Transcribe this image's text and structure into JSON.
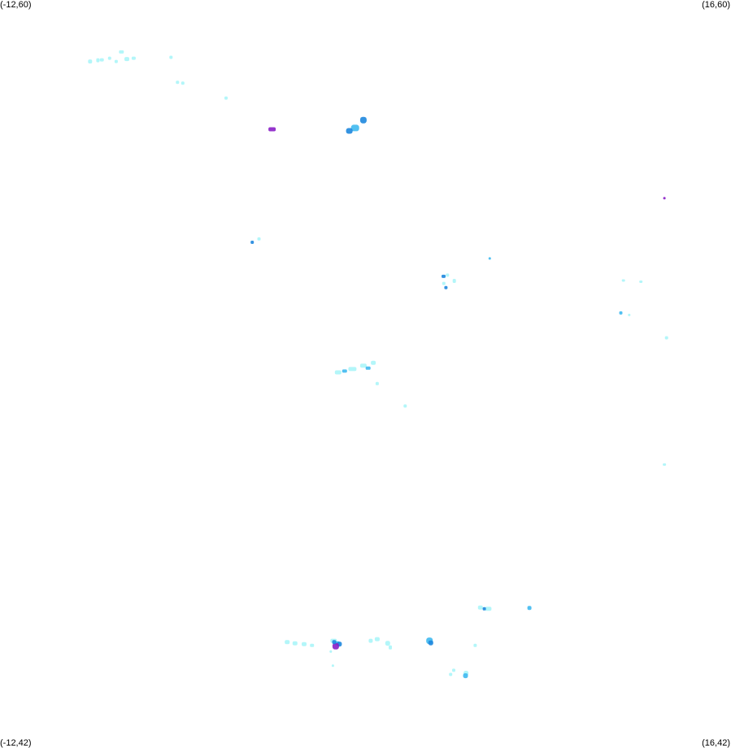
{
  "corners": {
    "top_left": "(-12,60)",
    "top_right": "(16,60)",
    "bottom_left": "(-12,42)",
    "bottom_right": "(16,42)"
  },
  "extent": {
    "lon_min": -12,
    "lon_max": 16,
    "lat_min": 42,
    "lat_max": 60
  },
  "colors": {
    "background": "#ffffff",
    "low": "#a6f4f8",
    "mid": "#3fb9f0",
    "high": "#1e87de",
    "peak": "#8a1fc6"
  },
  "points": [
    {
      "lon": -7.35,
      "lat": 58.75,
      "level": "low",
      "w": 6,
      "h": 4
    },
    {
      "lon": -7.8,
      "lat": 58.6,
      "level": "low",
      "w": 4,
      "h": 4
    },
    {
      "lon": -8.1,
      "lat": 58.56,
      "level": "low",
      "w": 5,
      "h": 4
    },
    {
      "lon": -8.25,
      "lat": 58.55,
      "level": "low",
      "w": 4,
      "h": 5
    },
    {
      "lon": -8.55,
      "lat": 58.52,
      "level": "low",
      "w": 5,
      "h": 5
    },
    {
      "lon": -7.55,
      "lat": 58.52,
      "level": "low",
      "w": 4,
      "h": 4
    },
    {
      "lon": -7.14,
      "lat": 58.58,
      "level": "low",
      "w": 6,
      "h": 5
    },
    {
      "lon": -6.88,
      "lat": 58.6,
      "level": "low",
      "w": 5,
      "h": 4
    },
    {
      "lon": -5.45,
      "lat": 58.62,
      "level": "low",
      "w": 4,
      "h": 4
    },
    {
      "lon": -5.2,
      "lat": 58.02,
      "level": "low",
      "w": 4,
      "h": 4
    },
    {
      "lon": -5.0,
      "lat": 58.0,
      "level": "low",
      "w": 4,
      "h": 4
    },
    {
      "lon": -3.34,
      "lat": 57.64,
      "level": "low",
      "w": 4,
      "h": 4
    },
    {
      "lon": -1.58,
      "lat": 56.89,
      "level": "peak",
      "w": 9,
      "h": 5
    },
    {
      "lon": 1.92,
      "lat": 57.11,
      "level": "high",
      "w": 8,
      "h": 8
    },
    {
      "lon": 1.6,
      "lat": 56.92,
      "level": "mid",
      "w": 10,
      "h": 8
    },
    {
      "lon": 1.38,
      "lat": 56.85,
      "level": "high",
      "w": 8,
      "h": 7
    },
    {
      "lon": 13.45,
      "lat": 55.23,
      "level": "peak",
      "w": 3,
      "h": 3
    },
    {
      "lon": -2.34,
      "lat": 54.17,
      "level": "high",
      "w": 4,
      "h": 4
    },
    {
      "lon": -2.08,
      "lat": 54.25,
      "level": "low",
      "w": 4,
      "h": 4
    },
    {
      "lon": 6.76,
      "lat": 53.78,
      "level": "mid",
      "w": 3,
      "h": 3
    },
    {
      "lon": 4.99,
      "lat": 53.35,
      "level": "high",
      "w": 5,
      "h": 4
    },
    {
      "lon": 5.14,
      "lat": 53.38,
      "level": "low",
      "w": 4,
      "h": 4
    },
    {
      "lon": 5.4,
      "lat": 53.24,
      "level": "low",
      "w": 4,
      "h": 5
    },
    {
      "lon": 5.0,
      "lat": 53.18,
      "level": "low",
      "w": 4,
      "h": 4
    },
    {
      "lon": 5.08,
      "lat": 53.08,
      "level": "high",
      "w": 4,
      "h": 4
    },
    {
      "lon": 11.88,
      "lat": 53.25,
      "level": "low",
      "w": 4,
      "h": 3
    },
    {
      "lon": 12.55,
      "lat": 53.22,
      "level": "low",
      "w": 4,
      "h": 3
    },
    {
      "lon": 11.78,
      "lat": 52.47,
      "level": "mid",
      "w": 4,
      "h": 4
    },
    {
      "lon": 12.1,
      "lat": 52.42,
      "level": "low",
      "w": 3,
      "h": 3
    },
    {
      "lon": 13.53,
      "lat": 51.87,
      "level": "low",
      "w": 4,
      "h": 4
    },
    {
      "lon": 0.95,
      "lat": 51.04,
      "level": "low",
      "w": 8,
      "h": 5
    },
    {
      "lon": 1.5,
      "lat": 51.12,
      "level": "low",
      "w": 10,
      "h": 5
    },
    {
      "lon": 1.92,
      "lat": 51.2,
      "level": "low",
      "w": 8,
      "h": 5
    },
    {
      "lon": 2.3,
      "lat": 51.27,
      "level": "low",
      "w": 6,
      "h": 5
    },
    {
      "lon": 2.1,
      "lat": 51.14,
      "level": "mid",
      "w": 6,
      "h": 4
    },
    {
      "lon": 1.2,
      "lat": 51.07,
      "level": "mid",
      "w": 6,
      "h": 4
    },
    {
      "lon": 2.45,
      "lat": 50.77,
      "level": "low",
      "w": 4,
      "h": 4
    },
    {
      "lon": 3.52,
      "lat": 50.23,
      "level": "low",
      "w": 4,
      "h": 4
    },
    {
      "lon": 13.45,
      "lat": 48.82,
      "level": "low",
      "w": 4,
      "h": 3
    },
    {
      "lon": 6.4,
      "lat": 45.38,
      "level": "low",
      "w": 6,
      "h": 5
    },
    {
      "lon": 6.7,
      "lat": 45.35,
      "level": "low",
      "w": 8,
      "h": 5
    },
    {
      "lon": 6.55,
      "lat": 45.35,
      "level": "high",
      "w": 4,
      "h": 4
    },
    {
      "lon": 8.28,
      "lat": 45.37,
      "level": "mid",
      "w": 5,
      "h": 5
    },
    {
      "lon": -1.0,
      "lat": 44.55,
      "level": "low",
      "w": 6,
      "h": 5
    },
    {
      "lon": -0.7,
      "lat": 44.52,
      "level": "low",
      "w": 6,
      "h": 5
    },
    {
      "lon": -0.35,
      "lat": 44.5,
      "level": "low",
      "w": 6,
      "h": 5
    },
    {
      "lon": -0.05,
      "lat": 44.47,
      "level": "low",
      "w": 5,
      "h": 4
    },
    {
      "lon": 0.78,
      "lat": 44.58,
      "level": "low",
      "w": 8,
      "h": 5
    },
    {
      "lon": 0.92,
      "lat": 44.52,
      "level": "mid",
      "w": 6,
      "h": 5
    },
    {
      "lon": 1.0,
      "lat": 44.5,
      "level": "high",
      "w": 6,
      "h": 6
    },
    {
      "lon": 0.86,
      "lat": 44.45,
      "level": "peak",
      "w": 8,
      "h": 8
    },
    {
      "lon": 0.8,
      "lat": 44.55,
      "level": "high",
      "w": 5,
      "h": 5
    },
    {
      "lon": 2.45,
      "lat": 44.62,
      "level": "low",
      "w": 6,
      "h": 5
    },
    {
      "lon": 2.2,
      "lat": 44.58,
      "level": "low",
      "w": 5,
      "h": 5
    },
    {
      "lon": 2.85,
      "lat": 44.52,
      "level": "low",
      "w": 6,
      "h": 6
    },
    {
      "lon": 2.95,
      "lat": 44.42,
      "level": "low",
      "w": 4,
      "h": 5
    },
    {
      "lon": 4.45,
      "lat": 44.58,
      "level": "mid",
      "w": 8,
      "h": 8
    },
    {
      "lon": 4.5,
      "lat": 44.53,
      "level": "high",
      "w": 6,
      "h": 6
    },
    {
      "lon": 6.2,
      "lat": 44.47,
      "level": "low",
      "w": 4,
      "h": 4
    },
    {
      "lon": 0.67,
      "lat": 44.32,
      "level": "low",
      "w": 3,
      "h": 3
    },
    {
      "lon": 0.75,
      "lat": 43.98,
      "level": "low",
      "w": 3,
      "h": 3
    },
    {
      "lon": 5.38,
      "lat": 43.87,
      "level": "low",
      "w": 4,
      "h": 4
    },
    {
      "lon": 5.26,
      "lat": 43.77,
      "level": "low",
      "w": 4,
      "h": 4
    },
    {
      "lon": 5.85,
      "lat": 43.8,
      "level": "low",
      "w": 6,
      "h": 6
    },
    {
      "lon": 5.83,
      "lat": 43.74,
      "level": "mid",
      "w": 6,
      "h": 6
    }
  ]
}
